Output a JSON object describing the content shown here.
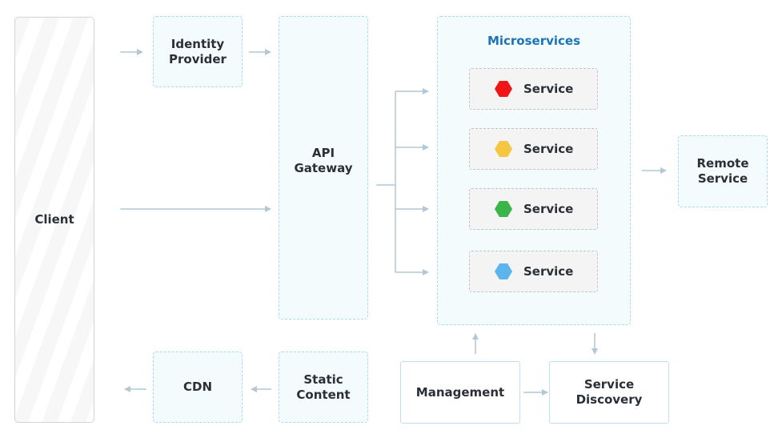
{
  "client": {
    "label": "Client"
  },
  "identity_provider": {
    "label": "Identity\nProvider"
  },
  "api_gateway": {
    "label": "API\nGateway"
  },
  "microservices": {
    "title": "Microservices",
    "services": [
      {
        "label": "Service",
        "color": "#f01616"
      },
      {
        "label": "Service",
        "color": "#f7c641"
      },
      {
        "label": "Service",
        "color": "#3bb54a"
      },
      {
        "label": "Service",
        "color": "#5cb4ec"
      }
    ]
  },
  "remote_service": {
    "label": "Remote\nService"
  },
  "cdn": {
    "label": "CDN"
  },
  "static_content": {
    "label": "Static\nContent"
  },
  "management": {
    "label": "Management"
  },
  "service_discovery": {
    "label": "Service\nDiscovery"
  },
  "colors": {
    "arrow": "#b3c8d6",
    "dashed_border": "#a6dcf0",
    "title_blue": "#1b74b8"
  }
}
